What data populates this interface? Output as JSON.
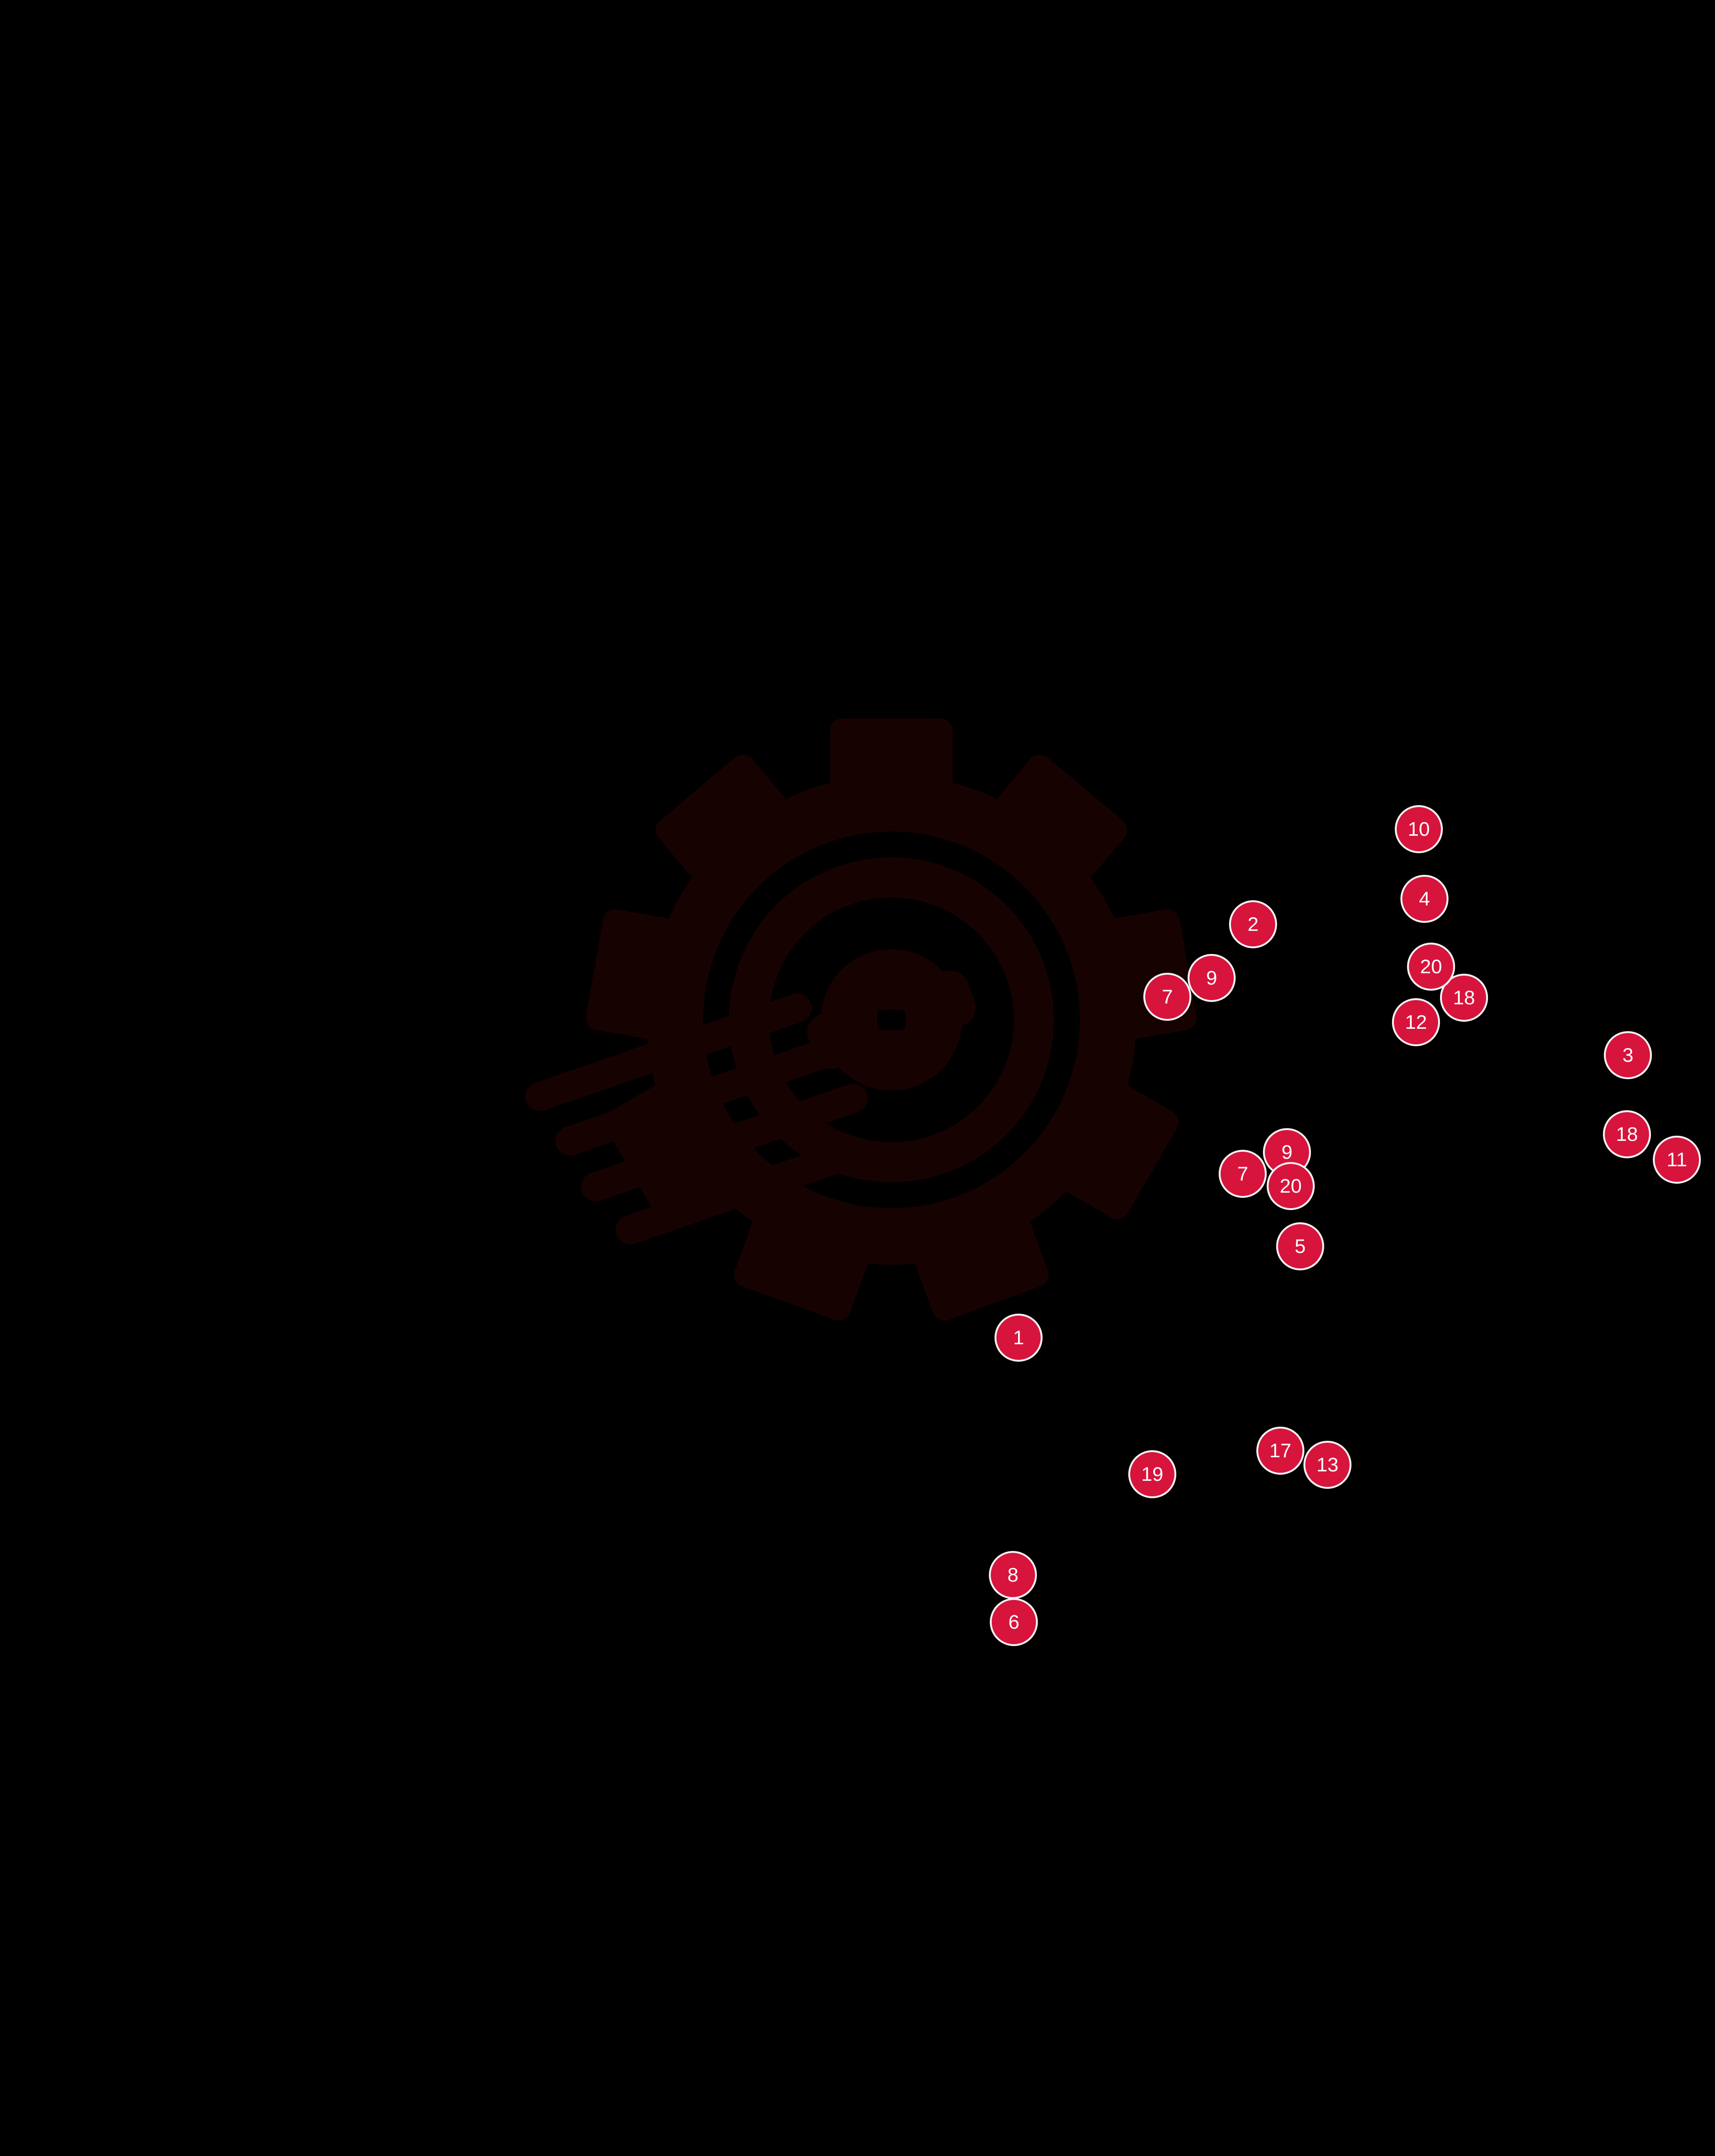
{
  "canvas": {
    "background": "#000000"
  },
  "logo": {
    "icon": "gear-wrench-icon",
    "color": "#170202"
  },
  "marker_style": {
    "fill": "#d7143c",
    "border": "#f4f4f4",
    "text": "#ffffff"
  },
  "markers": [
    {
      "label": "1"
    },
    {
      "label": "2"
    },
    {
      "label": "3"
    },
    {
      "label": "4"
    },
    {
      "label": "5"
    },
    {
      "label": "6"
    },
    {
      "label": "7"
    },
    {
      "label": "7"
    },
    {
      "label": "8"
    },
    {
      "label": "9"
    },
    {
      "label": "9"
    },
    {
      "label": "10"
    },
    {
      "label": "11"
    },
    {
      "label": "12"
    },
    {
      "label": "13"
    },
    {
      "label": "17"
    },
    {
      "label": "18"
    },
    {
      "label": "18"
    },
    {
      "label": "19"
    },
    {
      "label": "20"
    },
    {
      "label": "20"
    }
  ]
}
